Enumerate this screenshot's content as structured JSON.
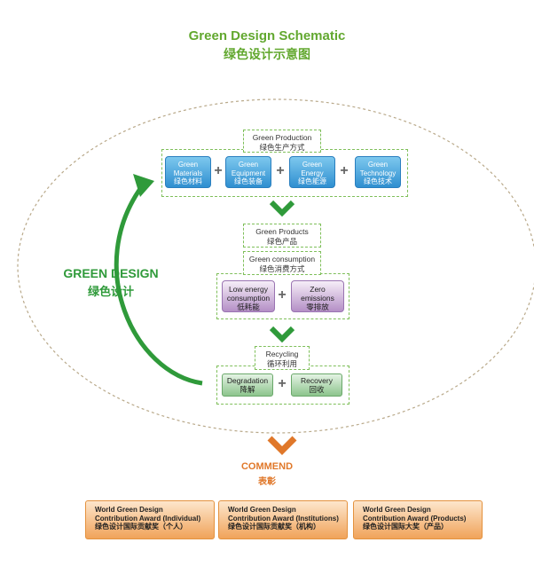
{
  "title": {
    "en": "Green Design Schematic",
    "zh": "绿色设计示意图"
  },
  "production": {
    "label_en": "Green Production",
    "label_zh": "绿色生产方式",
    "items": [
      {
        "en1": "Green",
        "en2": "Materials",
        "zh": "绿色材料"
      },
      {
        "en1": "Green",
        "en2": "Equipment",
        "zh": "绿色装备"
      },
      {
        "en1": "Green",
        "en2": "Energy",
        "zh": "绿色能源"
      },
      {
        "en1": "Green",
        "en2": "Technology",
        "zh": "绿色技术"
      }
    ]
  },
  "products": {
    "en": "Green Products",
    "zh": "绿色产品"
  },
  "consumption": {
    "label_en": "Green consumption",
    "label_zh": "绿色消费方式",
    "items": [
      {
        "en1": "Low energy",
        "en2": "consumption",
        "zh": "低耗能"
      },
      {
        "en1": "Zero",
        "en2": "emissions",
        "zh": "零排放"
      }
    ]
  },
  "recycling": {
    "label_en": "Recycling",
    "label_zh": "循环利用",
    "items": [
      {
        "en": "Degradation",
        "zh": "降解"
      },
      {
        "en": "Recovery",
        "zh": "回收"
      }
    ]
  },
  "plus": "+",
  "green_design": {
    "en": "GREEN DESIGN",
    "zh": "绿色设计"
  },
  "commend": {
    "en": "COMMEND",
    "zh": "表彰"
  },
  "awards": [
    {
      "l1": "World Green Design",
      "l2": "Contribution Award (Individual)",
      "l3": "绿色设计国际贡献奖（个人）"
    },
    {
      "l1": "World Green Design",
      "l2": "Contribution Award (Institutions)",
      "l3": "绿色设计国际贡献奖（机构）"
    },
    {
      "l1": "World Green Design",
      "l2": "Contribution Award (Products)",
      "l3": "绿色设计国际大奖（产品）"
    }
  ],
  "colors": {
    "green": "#62a82f",
    "arrow_green": "#2f9a3a",
    "orange": "#e0782a",
    "blue": "#2f8fd0"
  }
}
